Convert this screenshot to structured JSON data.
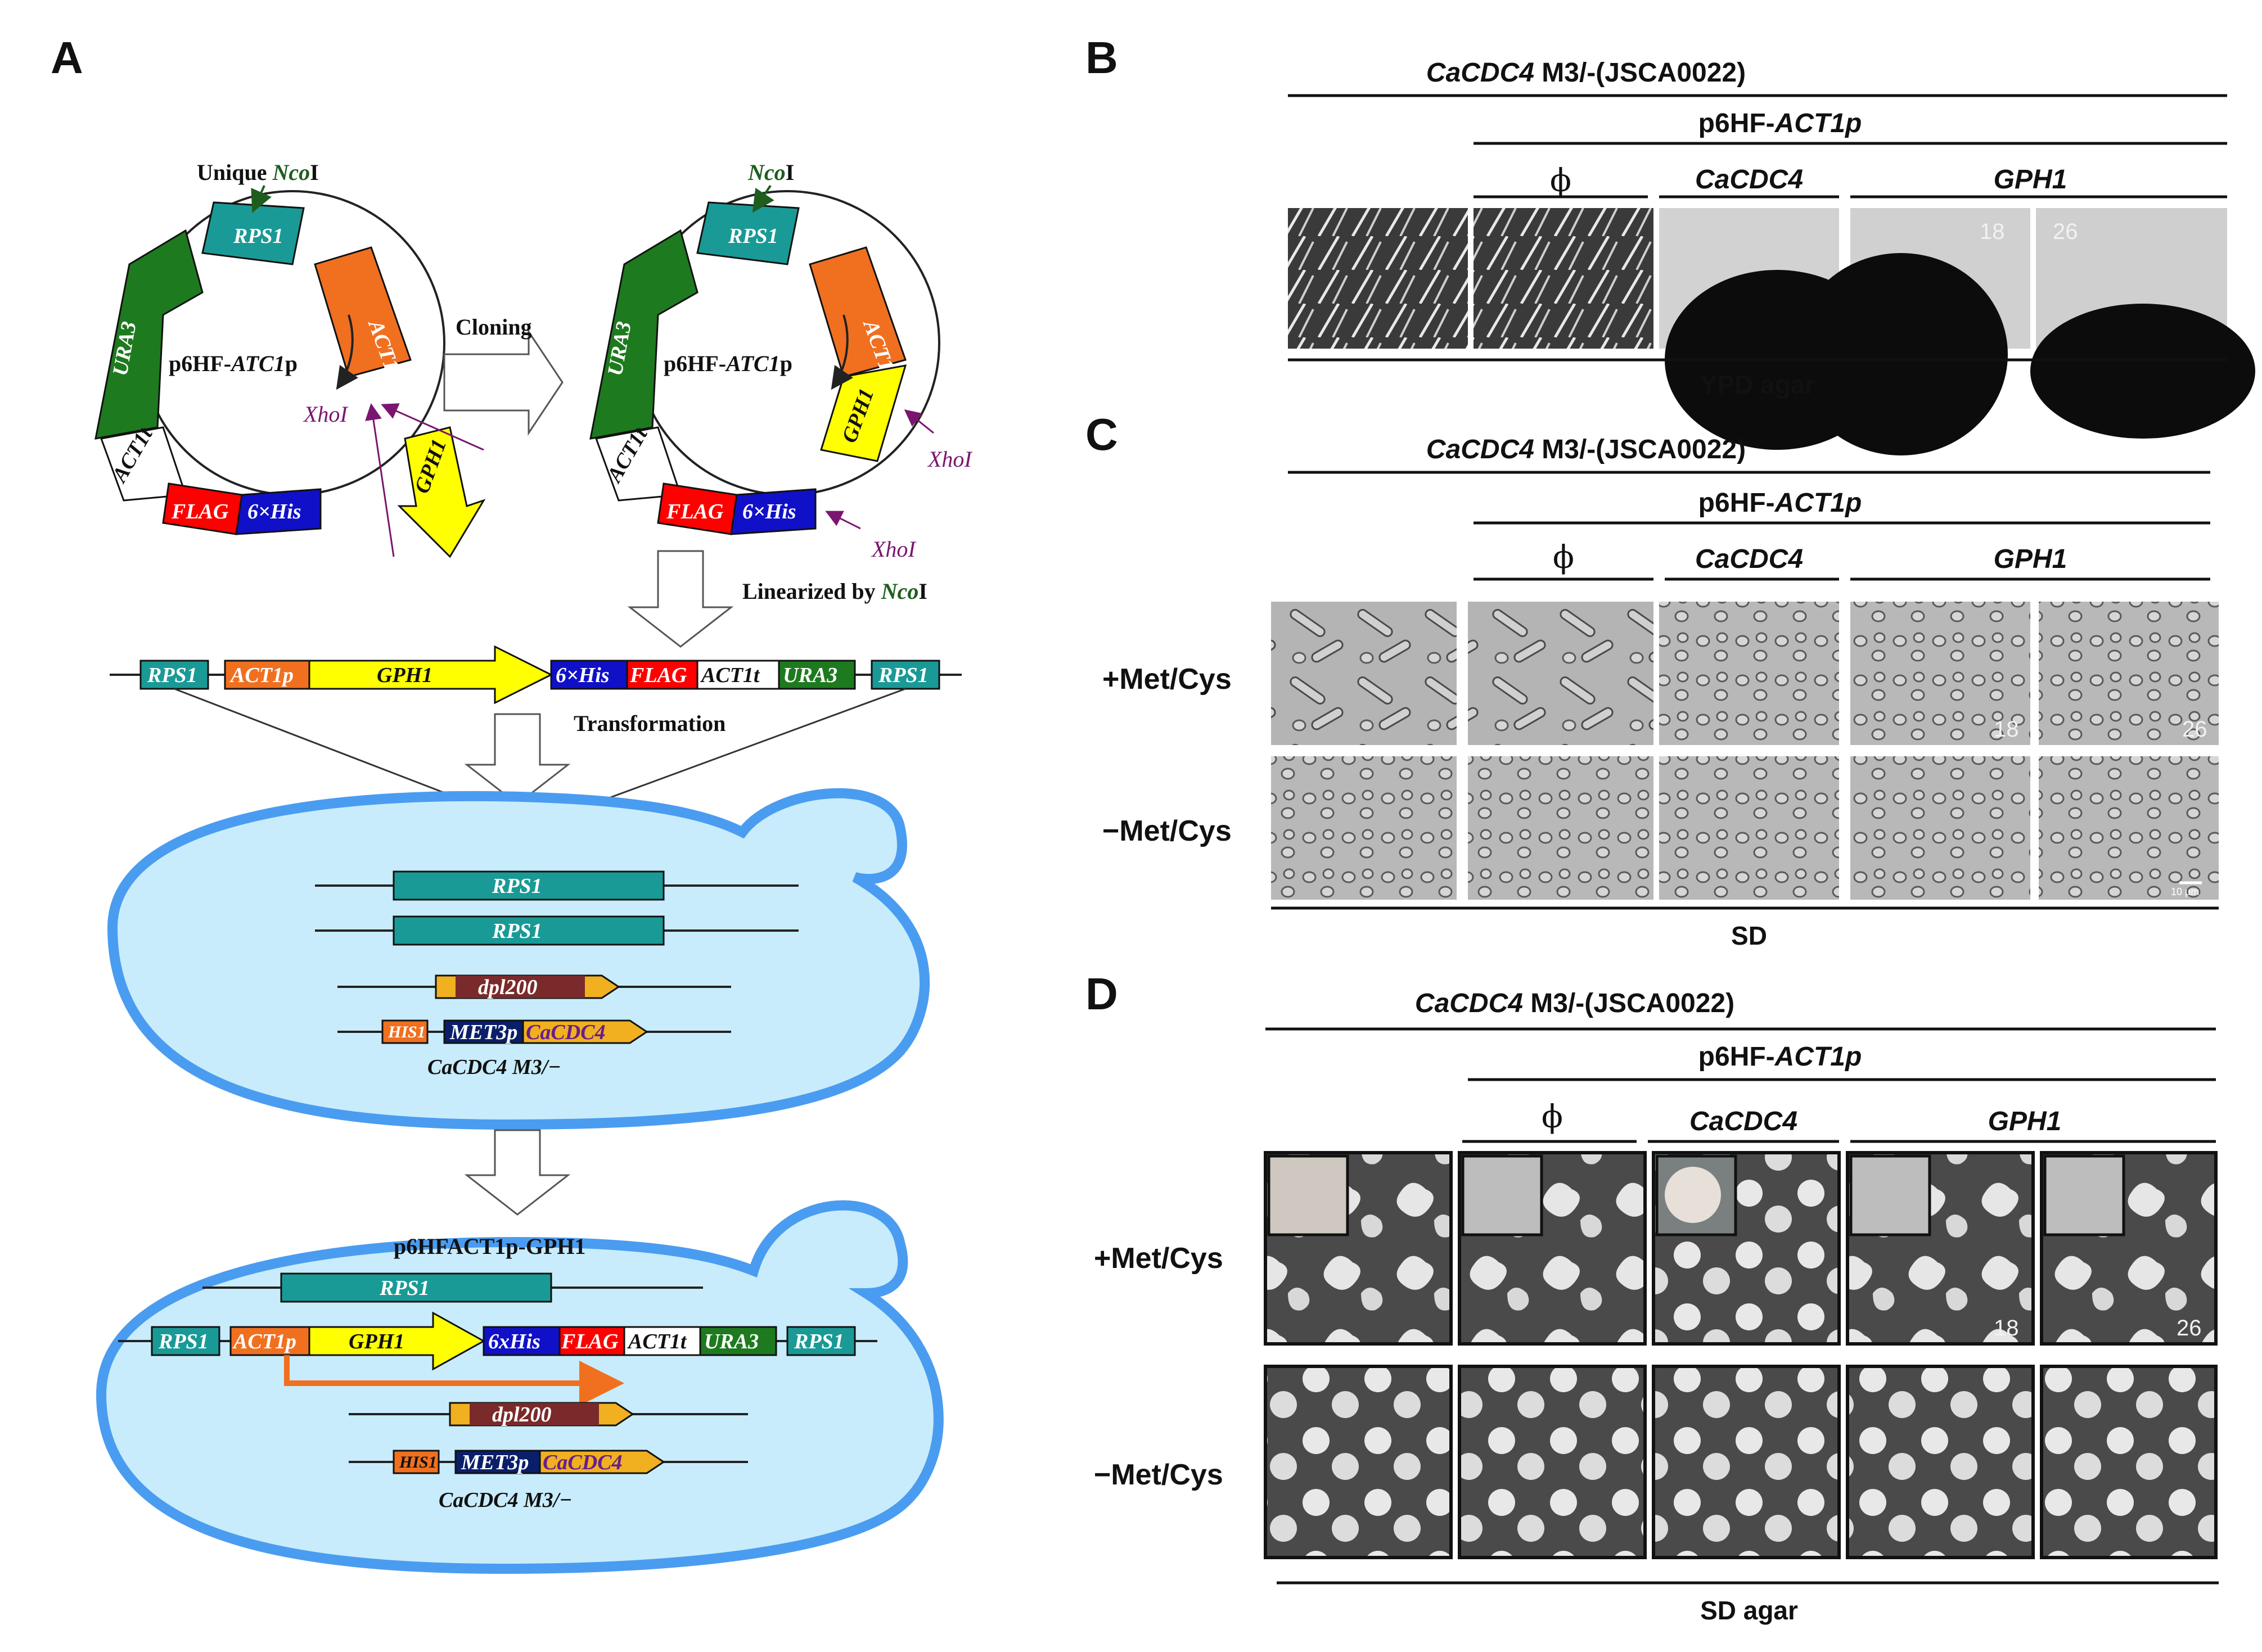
{
  "panels": {
    "a": "A",
    "b": "B",
    "c": "C",
    "d": "D"
  },
  "strain_gene": "CaCDC4",
  "strain_suffix": " M3/-(JSCA0022)",
  "plasmid_prefix": "p6HF-",
  "plasmid_promoter": "ACT1p",
  "columns": {
    "phi": "ϕ",
    "cacdc4": "CaCDC4",
    "gph1": "GPH1"
  },
  "clone_numbers": {
    "a": "18",
    "b": "26"
  },
  "panel_b": {
    "caption": "YPD agar"
  },
  "panel_c": {
    "caption": "SD",
    "row1": "+Met/Cys",
    "row2": "−Met/Cys",
    "scale_bar": "10 μm"
  },
  "panel_d": {
    "caption": "SD agar",
    "row1": "+Met/Cys",
    "row2": "−Met/Cys"
  },
  "diagram": {
    "unique": "Unique ",
    "nco": "Nco",
    "nco_suffix": "I",
    "xho": "Xho",
    "xho_suffix": "I",
    "plasmid_label_prefix": "p6HF-",
    "plasmid_label_gene": "ATC1",
    "plasmid_label_suffix": "p",
    "cloning": "Cloning",
    "linearized": "Linearized by ",
    "transformation": "Transformation",
    "final_plasmid": "p6HFACT1p-GPH1",
    "strain": "CaCDC4 M3/−",
    "parts": {
      "rps1": "RPS1",
      "act1p": "ACT1p",
      "gph1": "GPH1",
      "his6": "6×His",
      "his6b": "6xHis",
      "flag": "FLAG",
      "act1t": "ACT1t",
      "ura3": "URA3",
      "dpl200": "dpl200",
      "his1": "HIS1",
      "met3p": "MET3p",
      "cacdc4": "CaCDC4"
    }
  },
  "colors": {
    "rps1": "#1a9a96",
    "act1p": "#f07020",
    "gph1": "#ffff00",
    "his6": "#1010c8",
    "flag": "#ff0000",
    "ura3": "#1e7a1e",
    "dpl200": "#7a2a2a",
    "met3p": "#0a1f6a",
    "cell_fill": "#c8ecfb",
    "cell_stroke": "#4a9cf0",
    "xho": "#7a1670"
  }
}
